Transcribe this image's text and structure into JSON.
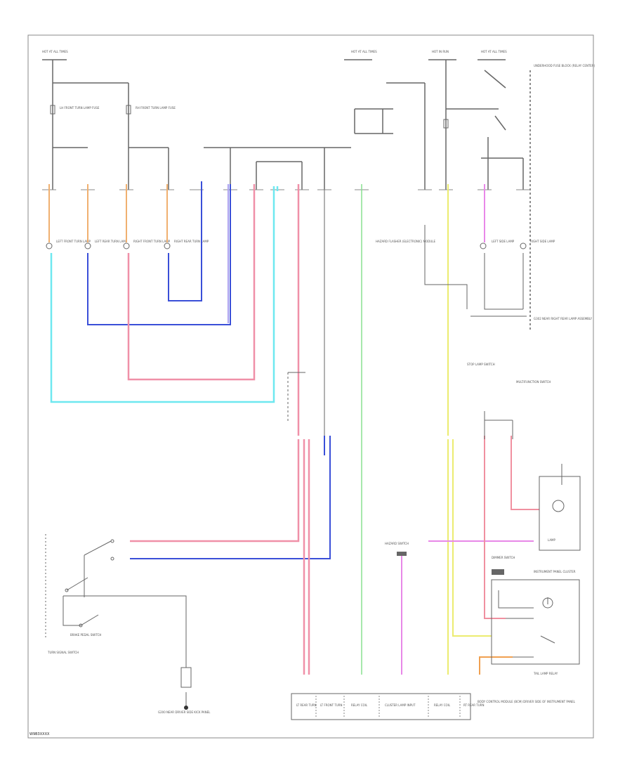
{
  "diagram": {
    "footer_code": "W9B3XXXX",
    "labels": {
      "hot_left": "HOT AT ALL TIMES",
      "hot_mid": "HOT AT ALL TIMES",
      "hot_run": "HOT IN RUN",
      "hot_right": "HOT AT ALL TIMES",
      "fuse_left_1": "LH FRONT TURN LAMP FUSE",
      "fuse_left_2": "RH FRONT TURN LAMP FUSE",
      "underhood": "UNDERHOOD FUSE BLOCK (RELAY CENTER)",
      "lamp_lf": "LEFT FRONT TURN LAMP",
      "lamp_lr": "LEFT REAR TURN LAMP",
      "lamp_rf": "RIGHT FRONT TURN LAMP",
      "lamp_rr": "RIGHT REAR TURN LAMP",
      "hazard_module": "HAZARD FLASHER (ELECTRONIC) MODULE",
      "left_side": "LEFT SIDE LAMP",
      "right_side": "RIGHT SIDE LAMP",
      "ground_right": "G302 NEAR RIGHT REAR LAMP ASSEMBLY",
      "instrument": "INSTRUMENT PANEL CLUSTER",
      "dimmer": "DIMMER SWITCH",
      "brake_switch": "BRAKE PEDAL SWITCH",
      "turn_switch": "TURN SIGNAL SWITCH",
      "multifunction": "MULTIFUNCTION SWITCH",
      "stop_lamp": "STOP LAMP SWITCH",
      "ground_bottom": "G200 NEAR DRIVER SIDE KICK PANEL",
      "bcm": "BODY CONTROL MODULE (BCM) DRIVER SIDE OF INSTRUMENT PANEL",
      "bcm_pins": [
        "LT REAR TURN",
        "LT FRONT TURN",
        "RELAY COIL",
        "CLUSTER LAMP INPUT",
        "RELAY COIL",
        "RT REAR TURN"
      ],
      "hazard_sw": "HAZARD SWITCH",
      "tail_lamp": "TAIL LAMP RELAY",
      "lamp_box": "LAMP"
    }
  }
}
